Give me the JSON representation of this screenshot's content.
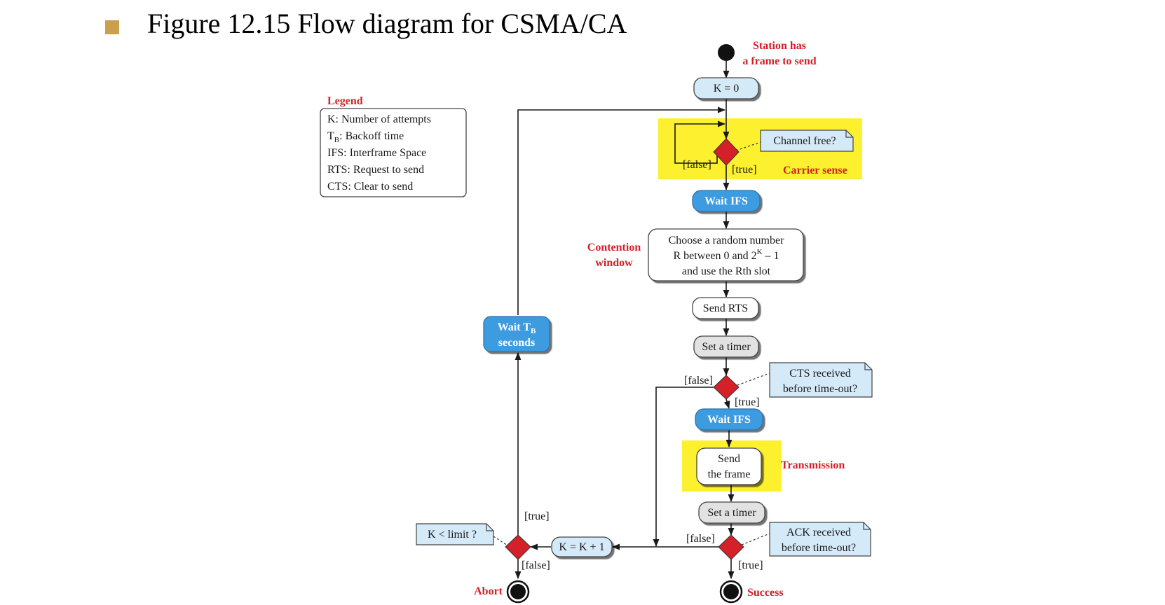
{
  "title": "Figure 12.15  Flow diagram for CSMA/CA",
  "colors": {
    "bullet": "#c9a04e",
    "red_text": "#d32029",
    "action_light": "#d5eaf8",
    "action_blue": "#3d9be0",
    "action_gray": "#e2e2e2",
    "decision": "#d32029",
    "highlight": "#fdf02e",
    "note_fill": "#d5eaf8"
  },
  "legend": {
    "heading": "Legend",
    "lines": {
      "k": "K: Number of attempts",
      "tb_prefix": "T",
      "tb_sub": "B",
      "tb_rest": ": Backoff time",
      "ifs": "IFS: Interframe Space",
      "rts": "RTS: Request to send",
      "cts": "CTS: Clear to send"
    }
  },
  "nodes": {
    "k_zero": "K = 0",
    "wait_ifs_1": "Wait IFS",
    "random": {
      "line1": "Choose a random number",
      "line2_prefix": "R between 0 and 2",
      "line2_sup": "K",
      "line2_suffix": " – 1",
      "line3": "and use the Rth slot"
    },
    "send_rts": "Send RTS",
    "set_timer_1": "Set a timer",
    "wait_ifs_2": "Wait IFS",
    "send_frame": {
      "line1": "Send",
      "line2": "the frame"
    },
    "set_timer_2": "Set a timer",
    "k_increment": "K = K + 1",
    "wait_tb": {
      "line1_prefix": "Wait T",
      "line1_sub": "B",
      "line2": "seconds"
    }
  },
  "notes": {
    "channel_free": "Channel free?",
    "cts_received": {
      "line1": "CTS received",
      "line2": "before time-out?"
    },
    "ack_received": {
      "line1": "ACK received",
      "line2": "before time-out?"
    },
    "k_limit": "K < limit ?"
  },
  "labels": {
    "station": {
      "line1": "Station has",
      "line2": "a frame to send"
    },
    "carrier_sense": "Carrier sense",
    "contention": {
      "line1": "Contention",
      "line2": "window"
    },
    "transmission": "Transmission",
    "abort": "Abort",
    "success": "Success"
  },
  "guards": {
    "cs_false": "[false]",
    "cs_true": "[true]",
    "cts_false": "[false]",
    "cts_true": "[true]",
    "ack_false": "[false]",
    "ack_true": "[true]",
    "limit_true": "[true]",
    "limit_false": "[false]"
  }
}
